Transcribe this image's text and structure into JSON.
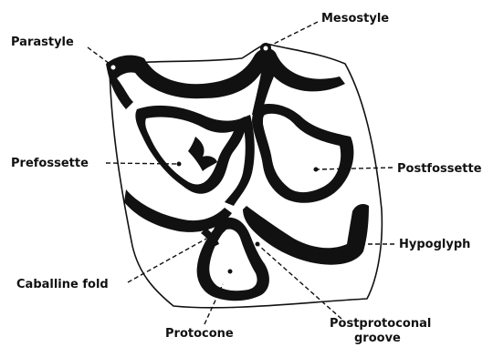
{
  "labels": {
    "parastyle": "Parastyle",
    "mesostyle": "Mesostyle",
    "prefossette": "Prefossette",
    "postfossette": "Postfossette",
    "hypoglyph": "Hypoglyph",
    "caballine_fold": "Caballine fold",
    "protocone": "Protocone",
    "postprotoconal_groove_line1": "Postprotoconal",
    "postprotoconal_groove_line2": "groove"
  },
  "colors": {
    "ink": "#111111",
    "background": "#ffffff"
  }
}
